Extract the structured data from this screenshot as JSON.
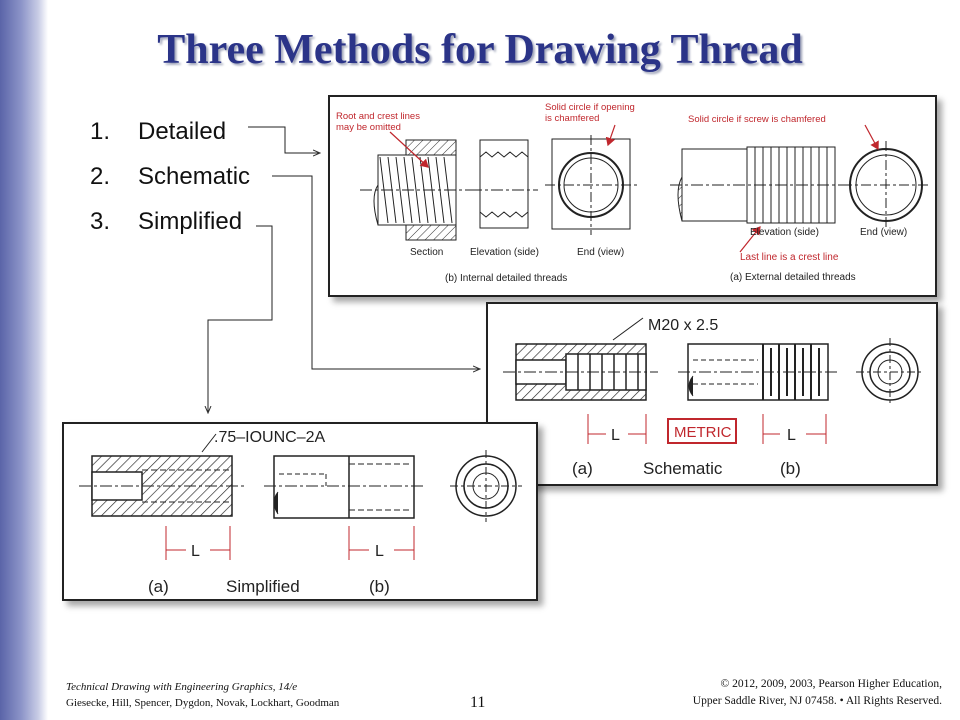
{
  "slide": {
    "title": "Three Methods for Drawing Thread",
    "page_number": "11"
  },
  "methods": [
    {
      "num": "1.",
      "label": "Detailed"
    },
    {
      "num": "2.",
      "label": "Schematic"
    },
    {
      "num": "3.",
      "label": "Simplified"
    }
  ],
  "detailed_panel": {
    "note_root_crest": [
      "Root and crest lines",
      "may be omitted"
    ],
    "note_solid_circle_opening": [
      "Solid circle if opening",
      "is chamfered"
    ],
    "note_solid_circle_screw": "Solid circle if screw is chamfered",
    "label_section": "Section",
    "label_elevation_side_internal": "Elevation (side)",
    "label_end_view_internal": "End (view)",
    "caption_internal": "(b) Internal detailed threads",
    "label_elevation_side_external": "Elevation (side)",
    "label_end_view_external": "End (view)",
    "note_last_line": "Last line is a crest line",
    "caption_external": "(a) External detailed threads"
  },
  "schematic_panel": {
    "callout": "M20 x 2.5",
    "dim_l_a": "L",
    "metric_badge": "METRIC",
    "dim_l_b": "L",
    "label_a": "(a)",
    "caption": "Schematic",
    "label_b": "(b)"
  },
  "simplified_panel": {
    "callout": ".75–IOUNC–2A",
    "dim_l_a": "L",
    "dim_l_b": "L",
    "label_a": "(a)",
    "caption": "Simplified",
    "label_b": "(b)"
  },
  "footer": {
    "book_title": "Technical Drawing with Engineering Graphics, 14/e",
    "authors": "Giesecke, Hill, Spencer, Dygdon, Novak, Lockhart, Goodman",
    "copyright_line1": "© 2012, 2009, 2003, Pearson Higher Education,",
    "copyright_line2": "Upper Saddle River, NJ 07458. • All Rights Reserved."
  },
  "colors": {
    "title": "#2b3488",
    "annotation_red": "#c0272d",
    "sidebar": "#5a64a8"
  }
}
